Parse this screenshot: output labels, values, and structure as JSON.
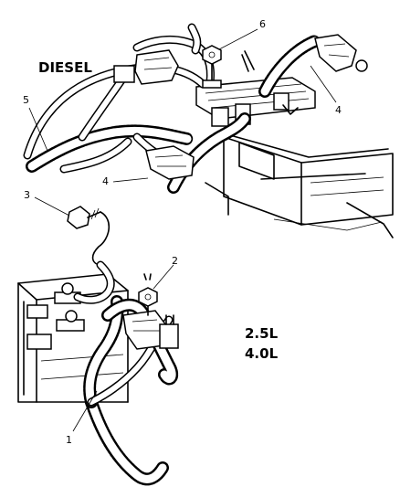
{
  "labels": {
    "diesel": "DIESEL",
    "engine_a": "2.5L",
    "engine_b": "4.0L",
    "callout_1": "1",
    "callout_2": "2",
    "callout_3": "3",
    "callout_4a": "4",
    "callout_4b": "4",
    "callout_5": "5",
    "callout_6": "6"
  }
}
